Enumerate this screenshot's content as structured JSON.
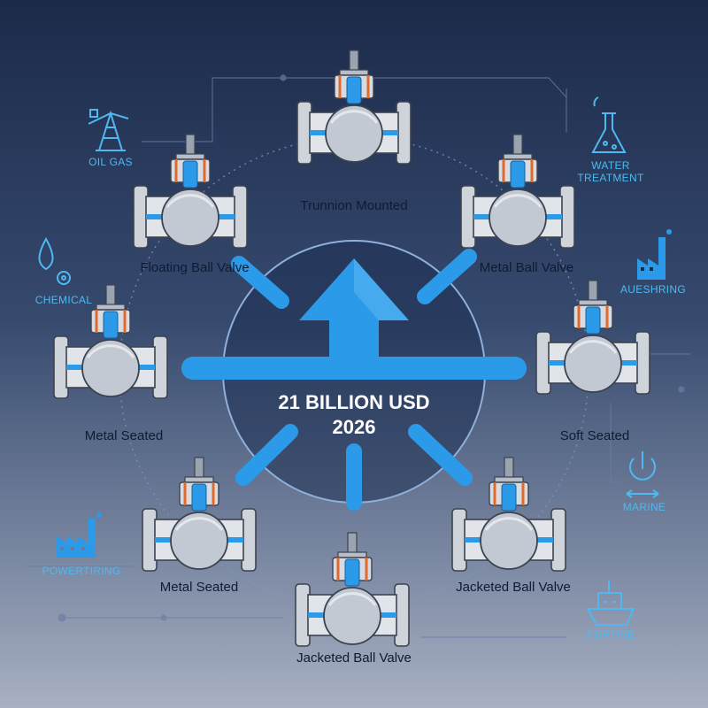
{
  "center": {
    "line1": "21 BILLION USD",
    "line2": "2026"
  },
  "valves": [
    {
      "label": "Trunnion Mounted"
    },
    {
      "label": "Floating Ball Valve"
    },
    {
      "label": "Metal Ball Valve"
    },
    {
      "label": "Metal Seated"
    },
    {
      "label": "Soft Seated"
    },
    {
      "label": "Metal Seated"
    },
    {
      "label": "Jacketed Ball Valve"
    },
    {
      "label": "Jacketed Ball Valve"
    }
  ],
  "industries": [
    {
      "line1": "OIL GAS",
      "line2": "",
      "icon": "oil-derrick-icon"
    },
    {
      "line1": "WATER",
      "line2": "TREATMENT",
      "icon": "flask-icon"
    },
    {
      "line1": "CHEMICAL",
      "line2": "",
      "icon": "droplet-gear-icon"
    },
    {
      "line1": "AUESHRING",
      "line2": "",
      "icon": "factory-icon"
    },
    {
      "line1": "MARINE",
      "line2": "",
      "icon": "power-icon"
    },
    {
      "line1": "POWERTIRING",
      "line2": "",
      "icon": "factory-icon"
    },
    {
      "line1": "PORTIVE",
      "line2": "",
      "icon": "ship-icon"
    }
  ],
  "colors": {
    "accent": "#2b9ae8",
    "accent_light": "#4fb8f0",
    "pipe_steel": "#c9ced6",
    "valve_orange": "#e06a2c"
  }
}
